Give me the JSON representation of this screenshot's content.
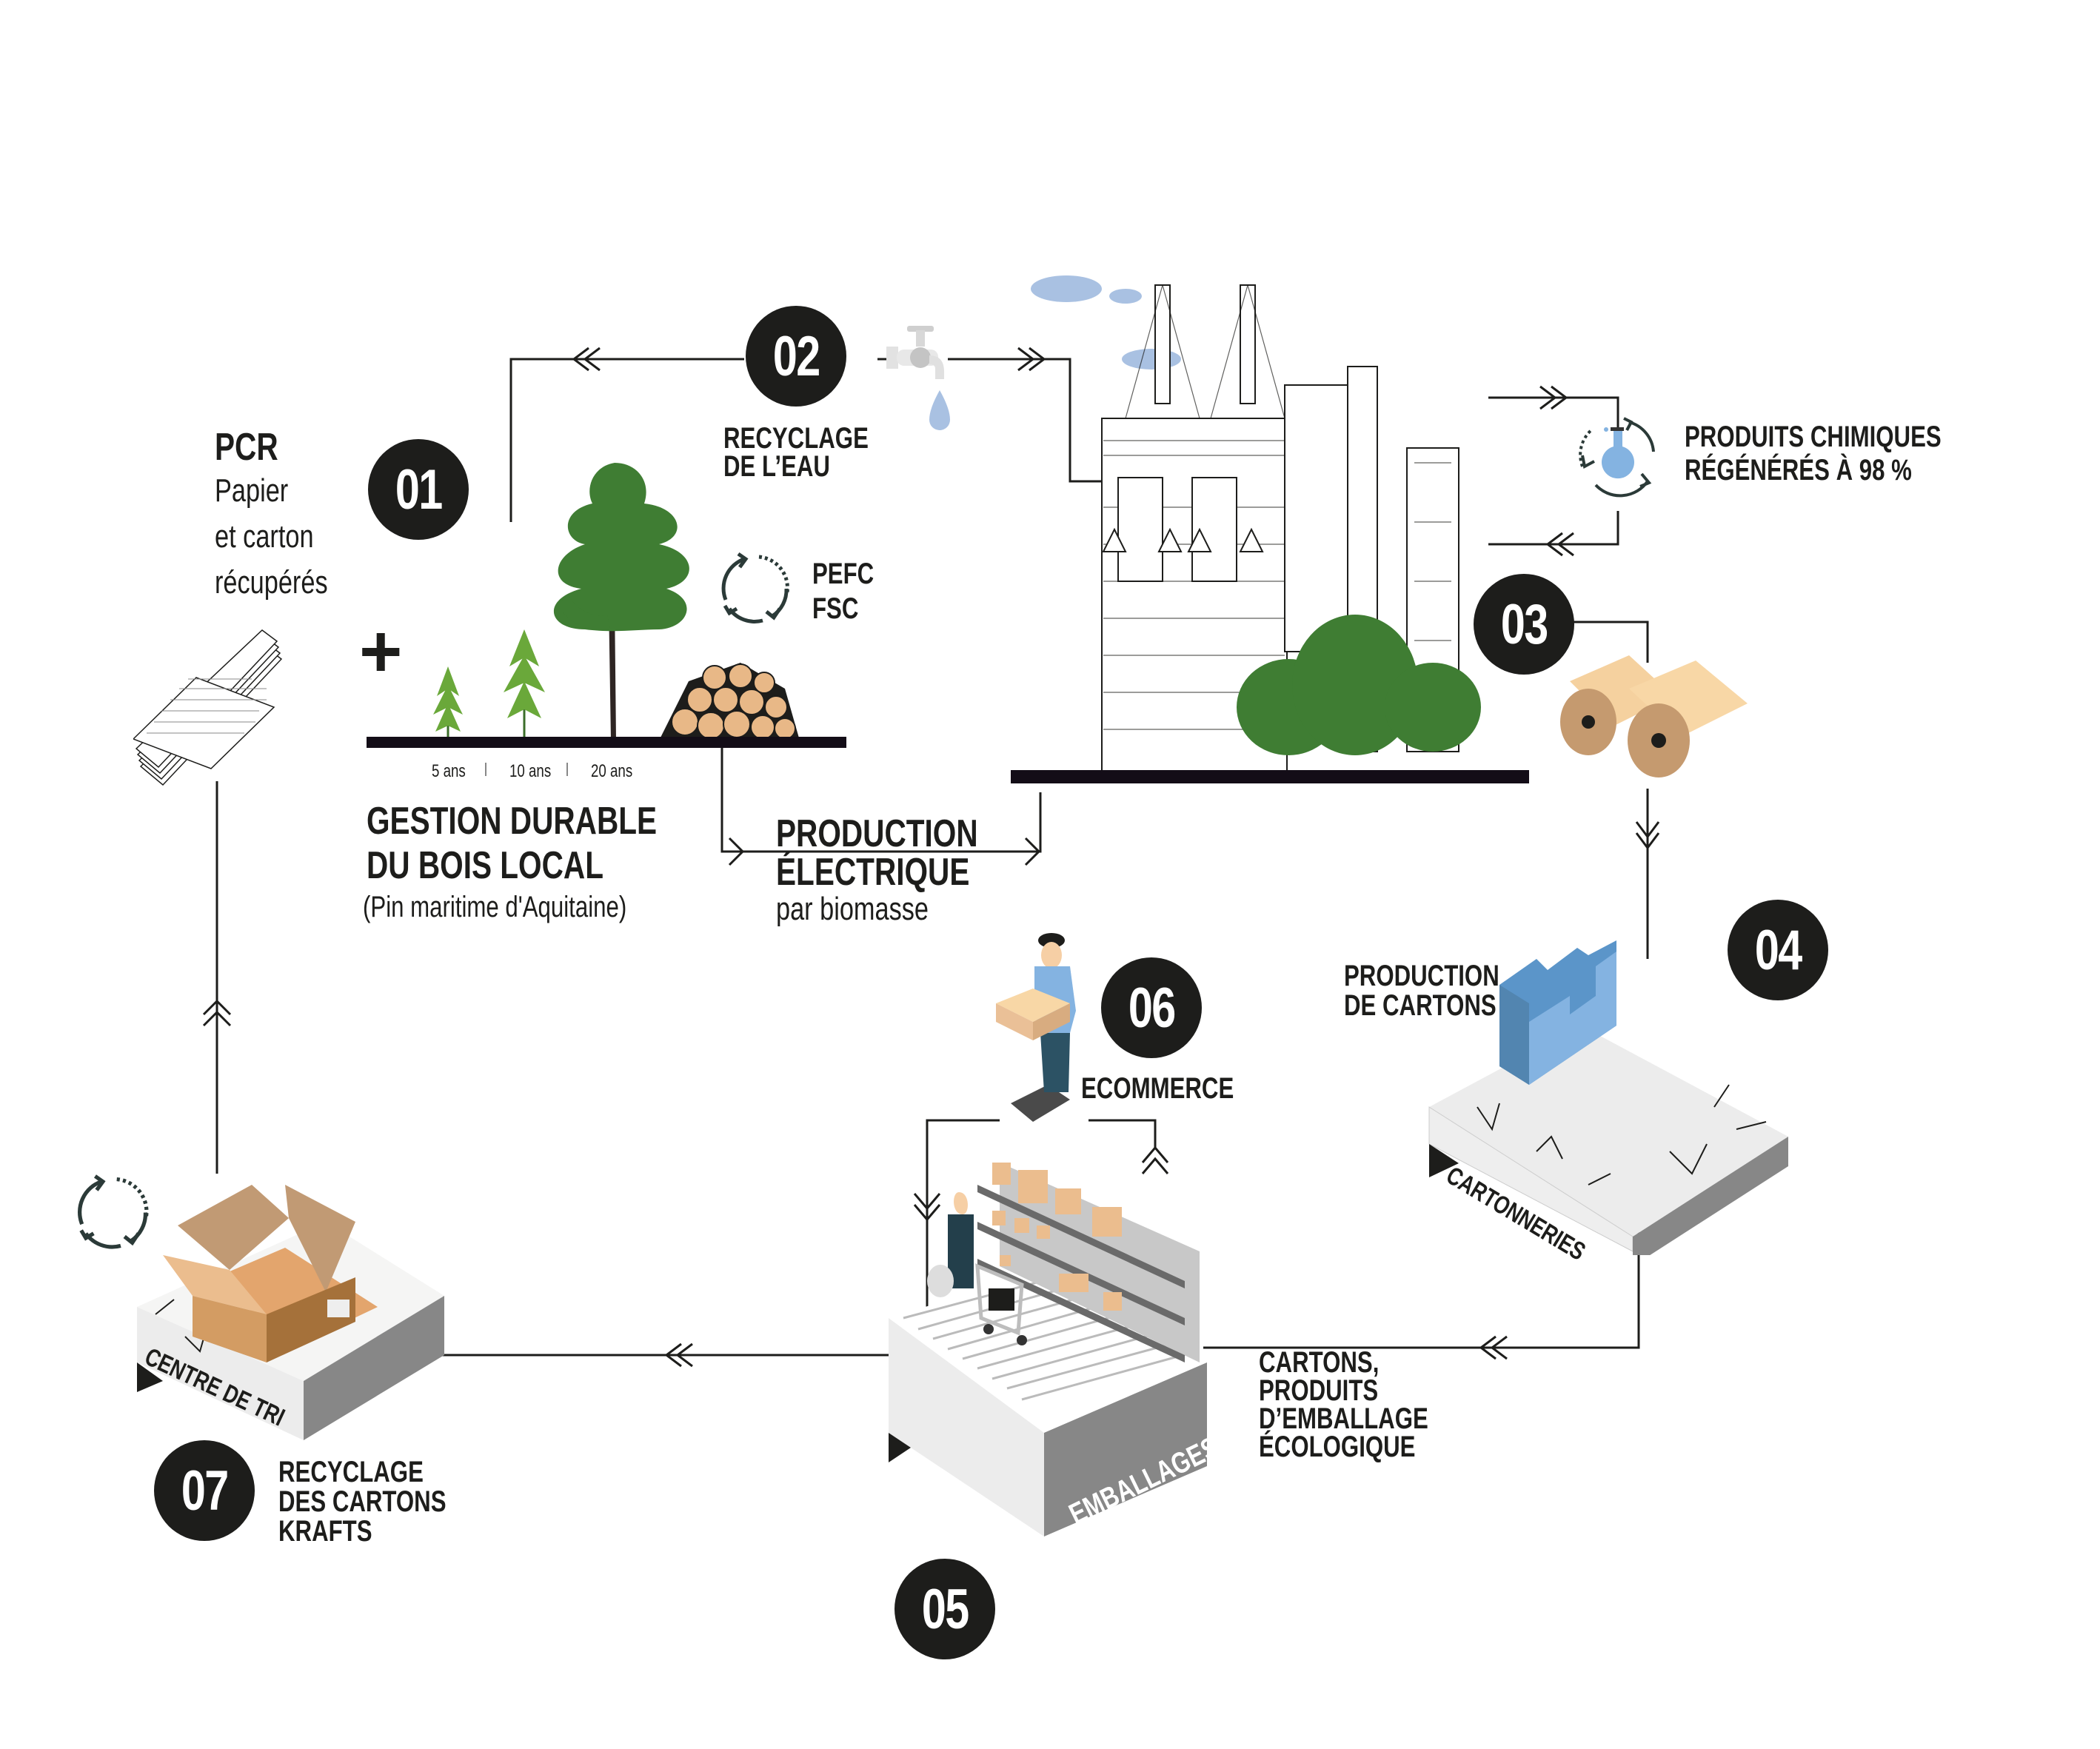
{
  "diagram": {
    "type": "circular process flow",
    "colors": {
      "ink": "#1d1d1b",
      "tree_green": "#3f7d33",
      "blue_factory": "#5b95c9",
      "blue_factory_light": "#84b3e1",
      "kraft": "#d39c63",
      "kraft_light": "#ebbd8e",
      "roll": "#f5d19f",
      "platform_gray": "#878787",
      "platform_light": "#ececec",
      "water": "#a9c1e2"
    }
  },
  "pcr": {
    "title": "PCR",
    "line1": "Papier",
    "line2": "et carton",
    "line3": "récupérés",
    "icon": "paper-stack-icon"
  },
  "steps": [
    {
      "number": "01",
      "title_line1": "GESTION DURABLE",
      "title_line2": "DU BOIS LOCAL",
      "subtitle": "(Pin maritime d'Aquitaine)",
      "plus": "+",
      "ages": [
        "5 ans",
        "10 ans",
        "20 ans"
      ],
      "certifications": [
        "PEFC",
        "FSC"
      ]
    },
    {
      "number": "02",
      "title_line1": "RECYCLAGE",
      "title_line2": "DE L’EAU",
      "icon": "water-tap-icon"
    },
    {
      "number": "03",
      "chemicals_line1": "PRODUITS CHIMIQUES",
      "chemicals_line2": "RÉGÉNÉRÉS À 98 %",
      "energy_line1": "PRODUCTION",
      "energy_line2": "ÉLECTRIQUE",
      "energy_line3": "par biomasse",
      "icon": "paper-rolls-icon"
    },
    {
      "number": "04",
      "title_line1": "PRODUCTION",
      "title_line2": "DE CARTONS",
      "platform_label": "CARTONNERIES"
    },
    {
      "number": "05",
      "platform_label": "EMBALLAGES",
      "title_line1": "CARTONS,",
      "title_line2": "PRODUITS",
      "title_line3": "D’EMBALLAGE",
      "title_line4": "ÉCOLOGIQUE"
    },
    {
      "number": "06",
      "title": "ECOMMERCE"
    },
    {
      "number": "07",
      "platform_label": "CENTRE DE TRI",
      "title_line1": "RECYCLAGE",
      "title_line2": "DES CARTONS",
      "title_line3": "KRAFTS"
    }
  ]
}
